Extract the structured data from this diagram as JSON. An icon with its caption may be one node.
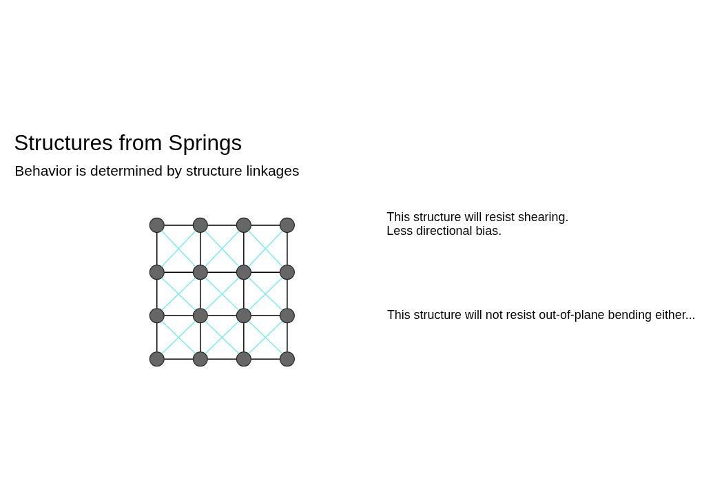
{
  "diagram": {
    "title": "Structures from Springs",
    "nodes": [
      {
        "text": [],
        "shape": "circle"
      },
      {
        "text": [],
        "shape": "circle"
      },
      {
        "text": [],
        "shape": "circle"
      },
      {
        "text": [],
        "shape": "circle"
      },
      {
        "text": [],
        "shape": "circle"
      },
      {
        "text": [],
        "shape": "circle"
      },
      {
        "text": [],
        "shape": "circle"
      },
      {
        "text": [],
        "shape": "circle"
      },
      {
        "text": [],
        "shape": "circle"
      },
      {
        "text": [],
        "shape": "circle"
      },
      {
        "text": [],
        "shape": "circle"
      },
      {
        "text": [],
        "shape": "circle"
      },
      {
        "text": [],
        "shape": "circle"
      },
      {
        "text": [],
        "shape": "circle"
      },
      {
        "text": [],
        "shape": "circle"
      },
      {
        "text": [],
        "shape": "circle"
      }
    ],
    "edges": [
      {
        "from": 0,
        "to": 1,
        "arrow": "none"
      },
      {
        "from": 1,
        "to": 2,
        "arrow": "none"
      },
      {
        "from": 2,
        "to": 3,
        "arrow": "none"
      },
      {
        "from": 4,
        "to": 5,
        "arrow": "none"
      },
      {
        "from": 5,
        "to": 6,
        "arrow": "none"
      },
      {
        "from": 6,
        "to": 7,
        "arrow": "none"
      },
      {
        "from": 8,
        "to": 9,
        "arrow": "none"
      },
      {
        "from": 9,
        "to": 10,
        "arrow": "none"
      },
      {
        "from": 10,
        "to": 11,
        "arrow": "none"
      },
      {
        "from": 12,
        "to": 13,
        "arrow": "none"
      },
      {
        "from": 13,
        "to": 14,
        "arrow": "none"
      },
      {
        "from": 14,
        "to": 15,
        "arrow": "none"
      },
      {
        "from": 0,
        "to": 4,
        "arrow": "none"
      },
      {
        "from": 4,
        "to": 8,
        "arrow": "none"
      },
      {
        "from": 8,
        "to": 12,
        "arrow": "none"
      },
      {
        "from": 1,
        "to": 5,
        "arrow": "none"
      },
      {
        "from": 5,
        "to": 9,
        "arrow": "none"
      },
      {
        "from": 9,
        "to": 13,
        "arrow": "none"
      },
      {
        "from": 2,
        "to": 6,
        "arrow": "none"
      },
      {
        "from": 6,
        "to": 10,
        "arrow": "none"
      },
      {
        "from": 10,
        "to": 14,
        "arrow": "none"
      },
      {
        "from": 3,
        "to": 7,
        "arrow": "none"
      },
      {
        "from": 7,
        "to": 11,
        "arrow": "none"
      },
      {
        "from": 11,
        "to": 15,
        "arrow": "none"
      },
      {
        "from": 0,
        "to": 5,
        "arrow": "none",
        "color": "#7fe8f0"
      },
      {
        "from": 1,
        "to": 4,
        "arrow": "none",
        "color": "#7fe8f0"
      },
      {
        "from": 1,
        "to": 6,
        "arrow": "none",
        "color": "#7fe8f0"
      },
      {
        "from": 2,
        "to": 5,
        "arrow": "none",
        "color": "#7fe8f0"
      },
      {
        "from": 2,
        "to": 7,
        "arrow": "none",
        "color": "#7fe8f0"
      },
      {
        "from": 3,
        "to": 6,
        "arrow": "none",
        "color": "#7fe8f0"
      },
      {
        "from": 4,
        "to": 9,
        "arrow": "none",
        "color": "#7fe8f0"
      },
      {
        "from": 5,
        "to": 8,
        "arrow": "none",
        "color": "#7fe8f0"
      },
      {
        "from": 5,
        "to": 10,
        "arrow": "none",
        "color": "#7fe8f0"
      },
      {
        "from": 6,
        "to": 9,
        "arrow": "none",
        "color": "#7fe8f0"
      },
      {
        "from": 6,
        "to": 11,
        "arrow": "none",
        "color": "#7fe8f0"
      },
      {
        "from": 7,
        "to": 10,
        "arrow": "none",
        "color": "#7fe8f0"
      },
      {
        "from": 8,
        "to": 13,
        "arrow": "none",
        "color": "#7fe8f0"
      },
      {
        "from": 9,
        "to": 12,
        "arrow": "none",
        "color": "#7fe8f0"
      },
      {
        "from": 9,
        "to": 14,
        "arrow": "none",
        "color": "#7fe8f0"
      },
      {
        "from": 10,
        "to": 13,
        "arrow": "none",
        "color": "#7fe8f0"
      },
      {
        "from": 10,
        "to": 15,
        "arrow": "none",
        "color": "#7fe8f0"
      },
      {
        "from": 11,
        "to": 14,
        "arrow": "none",
        "color": "#7fe8f0"
      }
    ],
    "labels": [
      "Behavior is determined by structure linkages",
      "This structure will resist shearing. Less directional bias.",
      "This structure will not resist out-of-plane bending either..."
    ]
  }
}
